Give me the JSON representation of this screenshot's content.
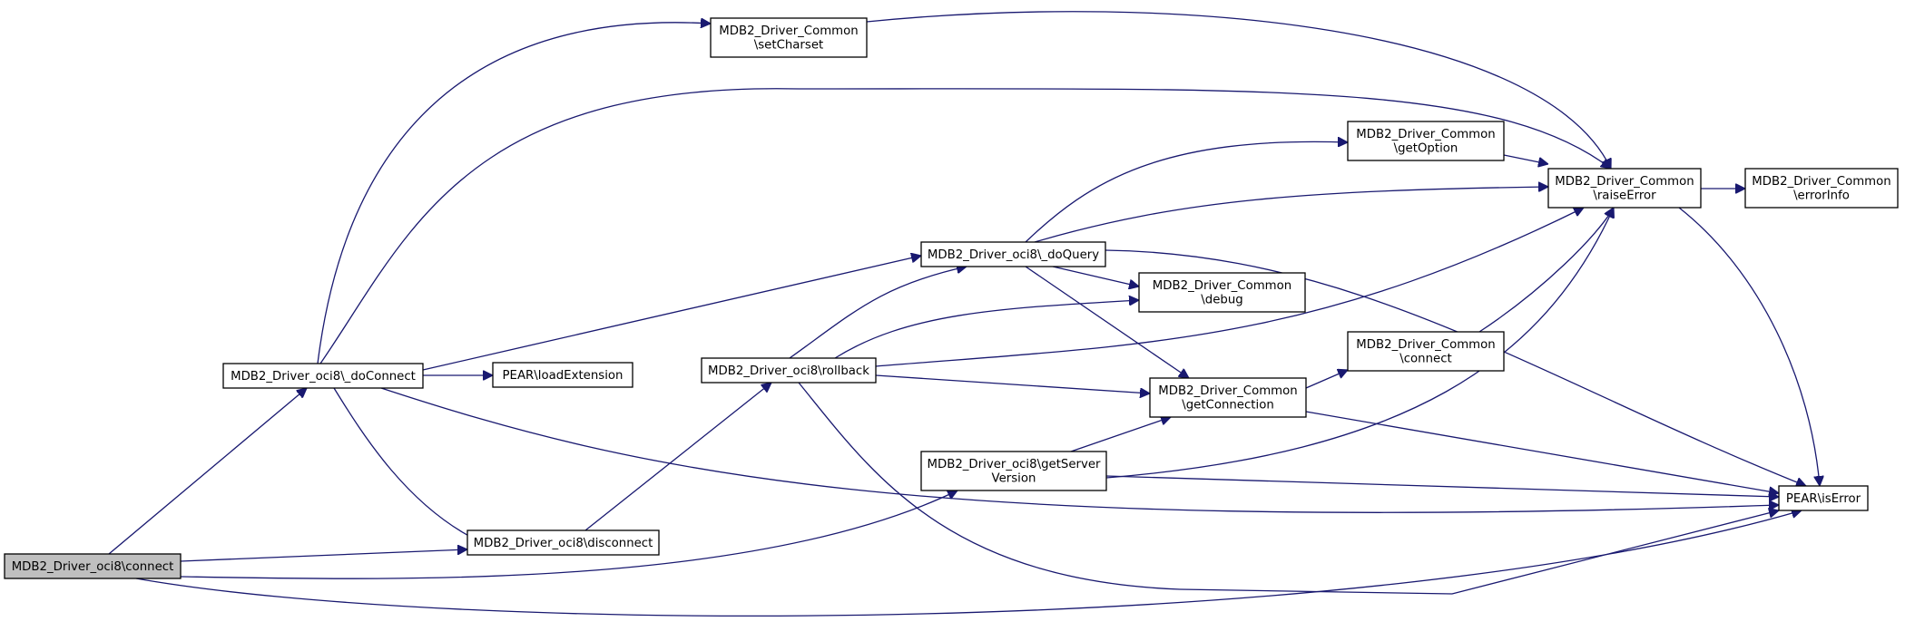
{
  "graph": {
    "nodes": [
      {
        "id": "connect",
        "lines": [
          "MDB2_Driver_oci8\\connect"
        ],
        "root": true
      },
      {
        "id": "doConnect",
        "lines": [
          "MDB2_Driver_oci8\\_doConnect"
        ]
      },
      {
        "id": "disconnect",
        "lines": [
          "MDB2_Driver_oci8\\disconnect"
        ]
      },
      {
        "id": "getServerVersion",
        "lines": [
          "MDB2_Driver_oci8\\getServer",
          "Version"
        ]
      },
      {
        "id": "isError",
        "lines": [
          "PEAR\\isError"
        ]
      },
      {
        "id": "setCharset",
        "lines": [
          "MDB2_Driver_Common",
          "\\setCharset"
        ]
      },
      {
        "id": "loadExtension",
        "lines": [
          "PEAR\\loadExtension"
        ]
      },
      {
        "id": "rollback",
        "lines": [
          "MDB2_Driver_oci8\\rollback"
        ]
      },
      {
        "id": "doQuery",
        "lines": [
          "MDB2_Driver_oci8\\_doQuery"
        ]
      },
      {
        "id": "getOption",
        "lines": [
          "MDB2_Driver_Common",
          "\\getOption"
        ]
      },
      {
        "id": "debug",
        "lines": [
          "MDB2_Driver_Common",
          "\\debug"
        ]
      },
      {
        "id": "getConnection",
        "lines": [
          "MDB2_Driver_Common",
          "\\getConnection"
        ]
      },
      {
        "id": "commonConnect",
        "lines": [
          "MDB2_Driver_Common",
          "\\connect"
        ]
      },
      {
        "id": "raiseError",
        "lines": [
          "MDB2_Driver_Common",
          "\\raiseError"
        ]
      },
      {
        "id": "errorInfo",
        "lines": [
          "MDB2_Driver_Common",
          "\\errorInfo"
        ]
      }
    ],
    "edges": [
      {
        "from": "connect",
        "to": "doConnect"
      },
      {
        "from": "connect",
        "to": "disconnect"
      },
      {
        "from": "connect",
        "to": "getServerVersion"
      },
      {
        "from": "connect",
        "to": "isError"
      },
      {
        "from": "doConnect",
        "to": "setCharset"
      },
      {
        "from": "doConnect",
        "to": "raiseError"
      },
      {
        "from": "doConnect",
        "to": "doQuery"
      },
      {
        "from": "doConnect",
        "to": "loadExtension"
      },
      {
        "from": "doConnect",
        "to": "disconnect"
      },
      {
        "from": "doConnect",
        "to": "isError"
      },
      {
        "from": "disconnect",
        "to": "rollback"
      },
      {
        "from": "rollback",
        "to": "doQuery"
      },
      {
        "from": "rollback",
        "to": "debug"
      },
      {
        "from": "rollback",
        "to": "raiseError"
      },
      {
        "from": "rollback",
        "to": "getConnection"
      },
      {
        "from": "rollback",
        "to": "isError"
      },
      {
        "from": "doQuery",
        "to": "getOption"
      },
      {
        "from": "doQuery",
        "to": "raiseError"
      },
      {
        "from": "doQuery",
        "to": "debug"
      },
      {
        "from": "doQuery",
        "to": "getConnection"
      },
      {
        "from": "doQuery",
        "to": "isError"
      },
      {
        "from": "getServerVersion",
        "to": "getConnection"
      },
      {
        "from": "getServerVersion",
        "to": "raiseError"
      },
      {
        "from": "getServerVersion",
        "to": "isError"
      },
      {
        "from": "getConnection",
        "to": "commonConnect"
      },
      {
        "from": "getConnection",
        "to": "isError"
      },
      {
        "from": "commonConnect",
        "to": "raiseError"
      },
      {
        "from": "getOption",
        "to": "raiseError"
      },
      {
        "from": "setCharset",
        "to": "raiseError"
      },
      {
        "from": "raiseError",
        "to": "errorInfo"
      },
      {
        "from": "raiseError",
        "to": "isError"
      }
    ]
  },
  "colors": {
    "edge": "#191970",
    "node_border": "#000000",
    "node_fill": "#ffffff",
    "root_fill": "#bfbfbf"
  }
}
